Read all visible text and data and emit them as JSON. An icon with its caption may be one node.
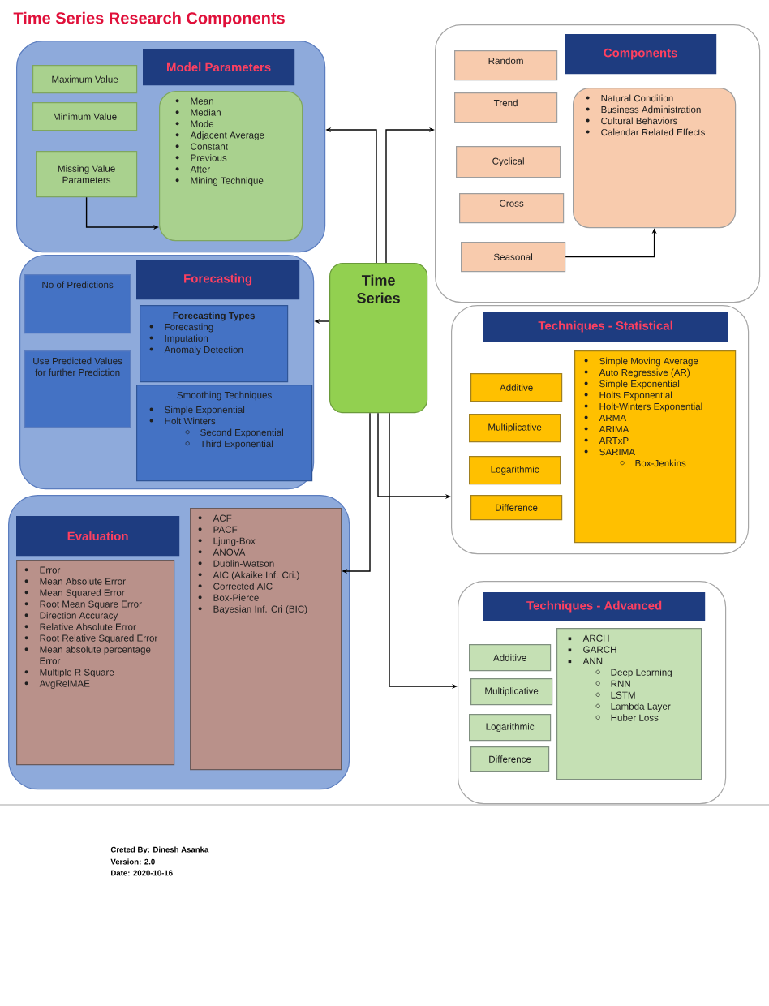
{
  "diagram": {
    "title": "Time Series Research Components",
    "nodes": [
      {
        "text": [],
        "shape": "box"
      },
      {
        "text": [
          "Model Parameters"
        ],
        "in": 0
      },
      {
        "text": [
          "Maximum Value"
        ],
        "in": 0
      },
      {
        "text": [
          "Minimum Value"
        ],
        "in": 0
      },
      {
        "text": [
          "Missing Value Parameters"
        ],
        "in": 0
      },
      {
        "text": [
          "Mean",
          "Median",
          "Mode",
          "Adjacent Average",
          "Constant",
          "Previous",
          "After",
          "Mining Technique"
        ],
        "in": 0
      },
      {
        "text": [],
        "shape": "box"
      },
      {
        "text": [
          "Components"
        ],
        "in": 6
      },
      {
        "text": [
          "Random"
        ],
        "in": 6
      },
      {
        "text": [
          "Trend"
        ],
        "in": 6
      },
      {
        "text": [
          "Cyclical"
        ],
        "in": 6
      },
      {
        "text": [
          "Cross"
        ],
        "in": 6
      },
      {
        "text": [
          "Seasonal"
        ],
        "in": 6
      },
      {
        "text": [
          "Natural Condition",
          "Business Administration",
          "Cultural Behaviors",
          "Calendar Related Effects"
        ],
        "in": 6
      },
      {
        "text": [],
        "shape": "box"
      },
      {
        "text": [
          "Forecasting"
        ],
        "in": 14
      },
      {
        "text": [
          "No of Predictions"
        ],
        "in": 14
      },
      {
        "text": [
          "Forecasting Types",
          "Forecasting",
          "Imputation",
          "Anomaly Detection"
        ],
        "in": 14
      },
      {
        "text": [
          "Use Predicted Values for further Prediction"
        ],
        "in": 14
      },
      {
        "text": [
          "Smoothing Techniques",
          "Simple Exponential",
          "Holt Winters",
          "Second Exponential",
          "Third Exponential"
        ],
        "in": 14
      },
      {
        "text": [
          "Time Series"
        ]
      },
      {
        "text": [],
        "shape": "box"
      },
      {
        "text": [
          "Techniques - Statistical"
        ],
        "in": 21
      },
      {
        "text": [
          "Additive"
        ],
        "in": 21
      },
      {
        "text": [
          "Multiplicative"
        ],
        "in": 21
      },
      {
        "text": [
          "Logarithmic"
        ],
        "in": 21
      },
      {
        "text": [
          "Difference"
        ],
        "in": 21
      },
      {
        "text": [
          "Simple Moving Average",
          "Auto Regressive (AR)",
          "Simple Exponential",
          "Holts Exponential",
          "Holt-Winters Exponential",
          "ARMA",
          "ARIMA",
          "ARTxP",
          "SARIMA",
          "Box-Jenkins"
        ],
        "in": 21
      },
      {
        "text": [],
        "shape": "box"
      },
      {
        "text": [
          "Evaluation"
        ],
        "in": 28
      },
      {
        "text": [
          "Error",
          "Mean Absolute Error",
          "Mean Squared Error",
          "Root Mean Square Error",
          "Direction Accuracy",
          "Relative Absolute Error",
          "Root Relative Squared Error",
          "Mean absolute percentage Error",
          "Multiple R Square",
          "AvgRelMAE"
        ],
        "in": 28
      },
      {
        "text": [
          "ACF",
          "PACF",
          "Ljung-Box",
          "ANOVA",
          "Dublin-Watson",
          "AIC (Akaike Inf. Cri.)",
          "Corrected AIC",
          "Box-Pierce",
          "Bayesian Inf. Cri (BIC)"
        ],
        "in": 28
      },
      {
        "text": [],
        "shape": "box"
      },
      {
        "text": [
          "Techniques - Advanced"
        ],
        "in": 32
      },
      {
        "text": [
          "Additive"
        ],
        "in": 32
      },
      {
        "text": [
          "Multiplicative"
        ],
        "in": 32
      },
      {
        "text": [
          "Logarithmic"
        ],
        "in": 32
      },
      {
        "text": [
          "Difference"
        ],
        "in": 32
      },
      {
        "text": [
          "ARCH",
          "GARCH",
          "ANN",
          "Deep Learning",
          "RNN",
          "LSTM",
          "Lambda Layer",
          "Huber Loss"
        ],
        "in": 32
      }
    ],
    "edges": [
      {
        "from": 4,
        "to": 5,
        "arrow": "to"
      },
      {
        "from": 12,
        "to": 13,
        "arrow": "to"
      },
      {
        "from": 20,
        "to": 0,
        "arrow": "to"
      },
      {
        "from": 20,
        "to": 6,
        "arrow": "to"
      },
      {
        "from": 20,
        "to": 14,
        "arrow": "to"
      },
      {
        "from": 20,
        "to": 21,
        "arrow": "to"
      },
      {
        "from": 20,
        "to": 31,
        "arrow": "to"
      },
      {
        "from": 20,
        "to": 32,
        "arrow": "to"
      }
    ],
    "labels": [
      "Creted By: Dinesh Asanka",
      "Version: 2.0",
      "Date: 2020-10-16"
    ]
  }
}
